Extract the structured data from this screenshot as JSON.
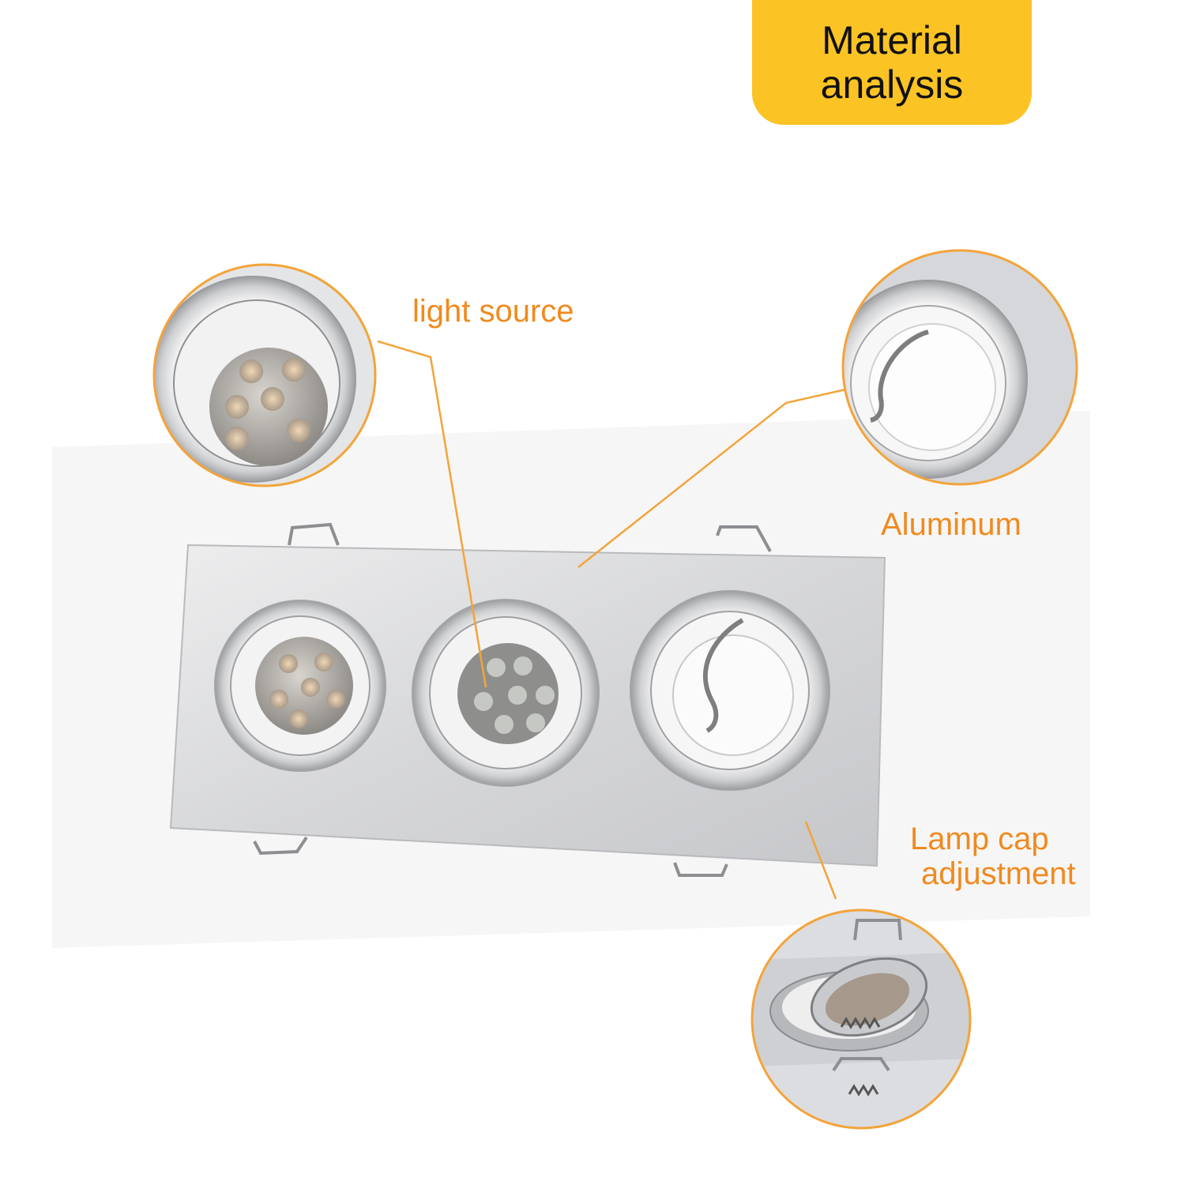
{
  "badge": {
    "line1": "Material",
    "line2": "analysis"
  },
  "callouts": {
    "light_source": "light source",
    "aluminum": "Aluminum",
    "lamp_cap_line1": "Lamp cap",
    "lamp_cap_line2": "adjustment"
  },
  "colors": {
    "badge": "#fcc325",
    "callout_text": "#f08a1e",
    "leader_line": "#f3a43a"
  }
}
